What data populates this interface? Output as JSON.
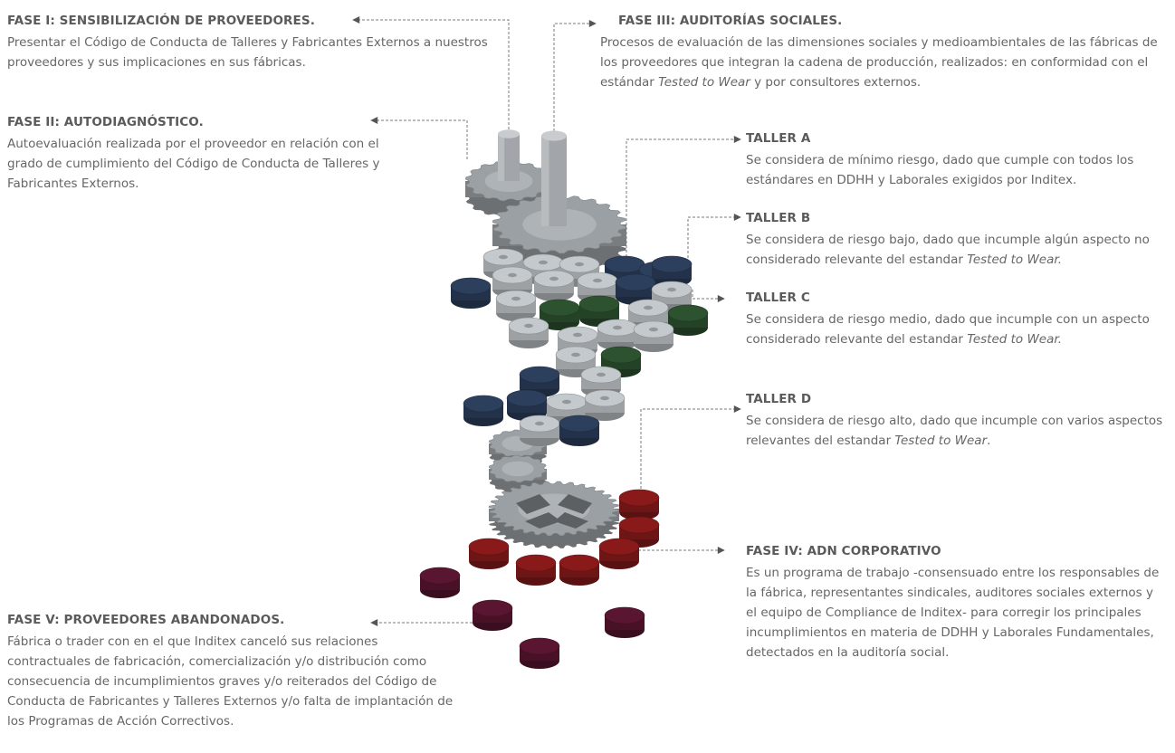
{
  "phase1": {
    "title": "FASE I: SENSIBILIZACIÓN DE PROVEEDORES.",
    "text": "Presentar el Código de Conducta de Talleres y Fabricantes Externos a nuestros proveedores y sus implicaciones en sus fábricas."
  },
  "phase2": {
    "title": "FASE II: AUTODIAGNÓSTICO.",
    "text": "Autoevaluación realizada por el proveedor en relación con el grado de cumplimiento del Código de Conducta de Talleres y Fabricantes Externos."
  },
  "phase3": {
    "title": "FASE III: AUDITORÍAS SOCIALES.",
    "text_a": "Procesos de evaluación de las dimensiones sociales y medioambientales de las fábricas de los proveedores que integran la cadena de producción, realizados: en conformidad con el estándar ",
    "text_em": "Tested to Wear",
    "text_b": " y por consultores externos."
  },
  "tallerA": {
    "title": "TALLER A",
    "text": "Se considera de mínimo riesgo, dado que cumple con todos los estándares en DDHH y Laborales exigidos por Inditex."
  },
  "tallerB": {
    "title": "TALLER B",
    "text_a": "Se considera de riesgo bajo, dado que incumple algún aspecto no considerado relevante del estandar ",
    "text_em": "Tested to Wear."
  },
  "tallerC": {
    "title": "TALLER C",
    "text_a": "Se considera de riesgo medio, dado que incumple con un aspecto considerado relevante del estandar ",
    "text_em": "Tested to Wear."
  },
  "tallerD": {
    "title": "TALLER D",
    "text_a": "Se considera de riesgo alto, dado que incumple con varios aspectos relevantes del estandar ",
    "text_em": "Tested to Wear",
    "text_b": "."
  },
  "phase4": {
    "title": "FASE IV: ADN CORPORATIVO",
    "text": "Es un programa de trabajo -consensuado entre los responsables de la fábrica, representantes sindicales, auditores sociales externos y  el equipo de Compliance de Inditex- para corregir los principales incumplimientos en materia de DDHH y Laborales Fundamentales, detectados en la auditoría social."
  },
  "phase5": {
    "title": "FASE V: PROVEEDORES ABANDONADOS.",
    "text": "Fábrica o trader con en el que Inditex canceló sus relaciones contractuales de fabricación, comercialización y/o distribución como consecuencia de incumplimientos graves y/o reiterados del Código de Conducta de Fabricantes y Talleres Externos y/o falta de implantación de los Programas de Acción Correctivos."
  },
  "colors": {
    "light": "#c4c9cd",
    "blue": "#2c3f5c",
    "green": "#2c5230",
    "red": "#8a1a1a",
    "maroon": "#5a1530",
    "gear": "#9ba0a4",
    "connector": "#7a7a7a"
  }
}
